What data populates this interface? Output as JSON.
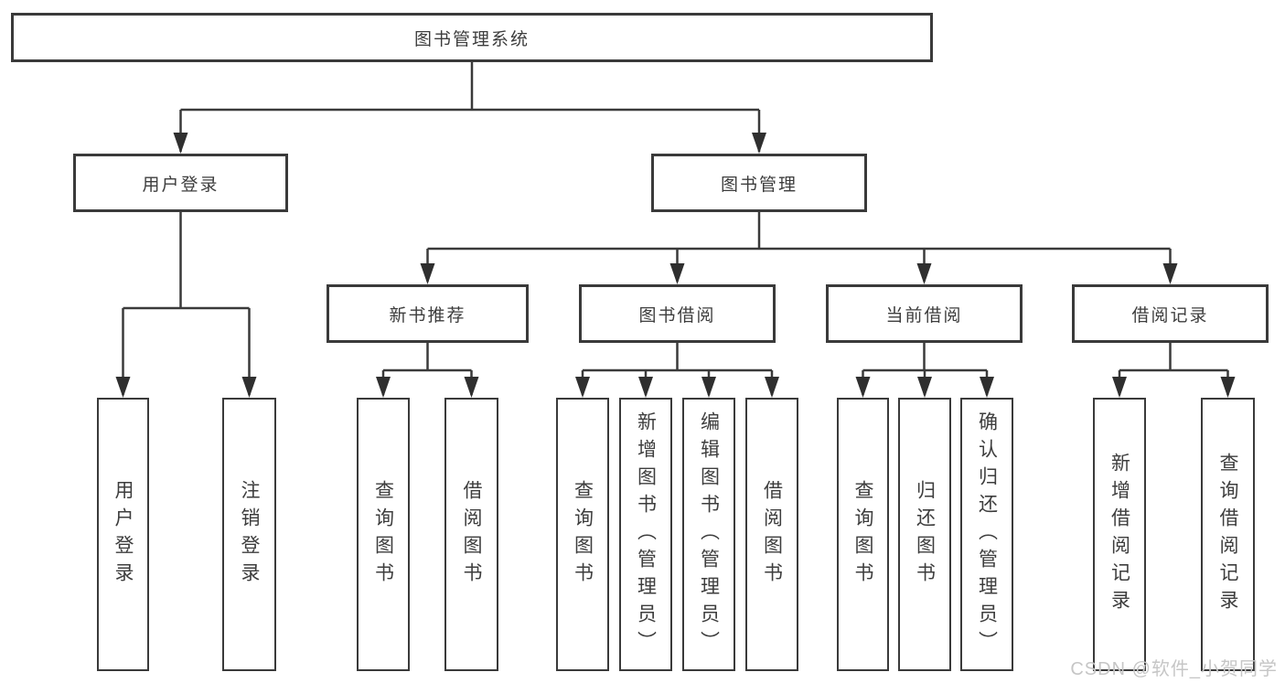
{
  "diagram_type": "functional-structure-tree",
  "colors": {
    "background": "#ffffff",
    "box_border": "#3a3a3a",
    "line": "#3a3a3a",
    "text": "#3d3d3d",
    "watermark": "#c6c6c6"
  },
  "tree": {
    "root": "图书管理系统",
    "children": [
      {
        "label": "用户登录",
        "children": [
          "用户登录",
          "注销登录"
        ]
      },
      {
        "label": "图书管理",
        "children": [
          {
            "label": "新书推荐",
            "children": [
              "查询图书",
              "借阅图书"
            ]
          },
          {
            "label": "图书借阅",
            "children": [
              "查询图书",
              "新增图书（管理员）",
              "编辑图书（管理员）",
              "借阅图书"
            ]
          },
          {
            "label": "当前借阅",
            "children": [
              "查询图书",
              "归还图书",
              "确认归还（管理员）"
            ]
          },
          {
            "label": "借阅记录",
            "children": [
              "新增借阅记录",
              "查询借阅记录"
            ]
          }
        ]
      }
    ]
  },
  "watermark": {
    "text": "CSDN @软件_小贺同学"
  }
}
